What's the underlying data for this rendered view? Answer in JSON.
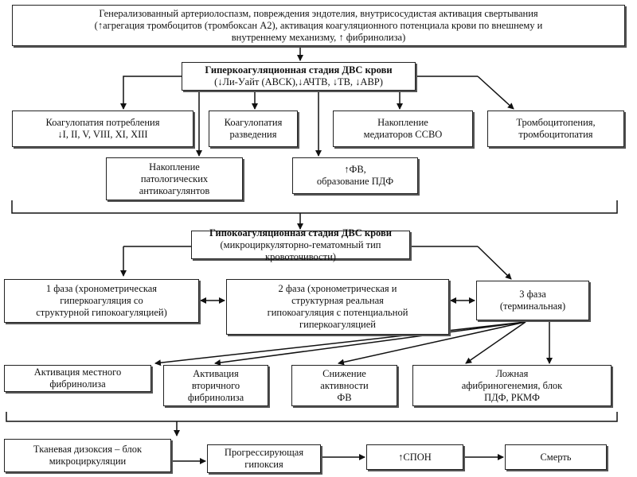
{
  "top": {
    "line1": "Генерализованный артериолоспазм, повреждения эндотелия,  внутрисосудистая активация свертывания",
    "line2": "(↑агрегация тромбоцитов (тромбоксан А2), активация коагуляционного потенциала крови по внешнему и",
    "line3": "внутреннему механизму, ↑ фибринолиза)"
  },
  "hyper": {
    "title": "Гиперкоагуляционная стадия ДВС крови",
    "subtitle": "(↓Ли-Уайт (АВСК),↓АЧТВ, ↓ТВ, ↓АВР)",
    "items": [
      {
        "line1": "Коагулопатия потребления",
        "line2": "↓I, II, V, VIII, XI, XIII"
      },
      {
        "line1": "Коагулопатия",
        "line2": "разведения"
      },
      {
        "line1": "Накопление",
        "line2": "медиаторов ССВО"
      },
      {
        "line1": "Тромбоцитопения,",
        "line2": "тромбоцитопатия"
      }
    ],
    "accum": {
      "line1": "Накопление",
      "line2": "патологических",
      "line3": "антикоагулянтов"
    },
    "fv": {
      "line1": "↑ФВ,",
      "line2": "образование ПДФ"
    }
  },
  "hypo": {
    "title": "Гипокоагуляционная стадия ДВС крови",
    "subtitle": "(микроциркуляторно-гематомный тип кровоточивости)"
  },
  "phases": [
    {
      "line1": "1 фаза (хронометрическая",
      "line2": "гиперкоагуляция со",
      "line3": "структурной гипокоагуляцией)"
    },
    {
      "line1": "2 фаза (хронометрическая и",
      "line2": "структурная реальная",
      "line3": "гипокоагуляция с потенциальной",
      "line4": "гиперкоагуляцией"
    },
    {
      "line1": "3 фаза",
      "line2": "(терминальная)"
    }
  ],
  "effects": [
    {
      "line1": "Активация местного",
      "line2": "фибринолиза"
    },
    {
      "line1": "Активация",
      "line2": "вторичного",
      "line3": "фибринолиза"
    },
    {
      "line1": "Снижение",
      "line2": "активности",
      "line3": "ФВ"
    },
    {
      "line1": "Ложная",
      "line2": "афибриногенемия, блок",
      "line3": "ПДФ, РКМФ"
    }
  ],
  "chain": [
    {
      "line1": "Тканевая дизоксия – блок",
      "line2": "микроциркуляции"
    },
    {
      "line1": "Прогрессирующая",
      "line2": "гипоксия"
    },
    {
      "line1": "↑СПОН"
    },
    {
      "line1": "Смерть"
    }
  ]
}
